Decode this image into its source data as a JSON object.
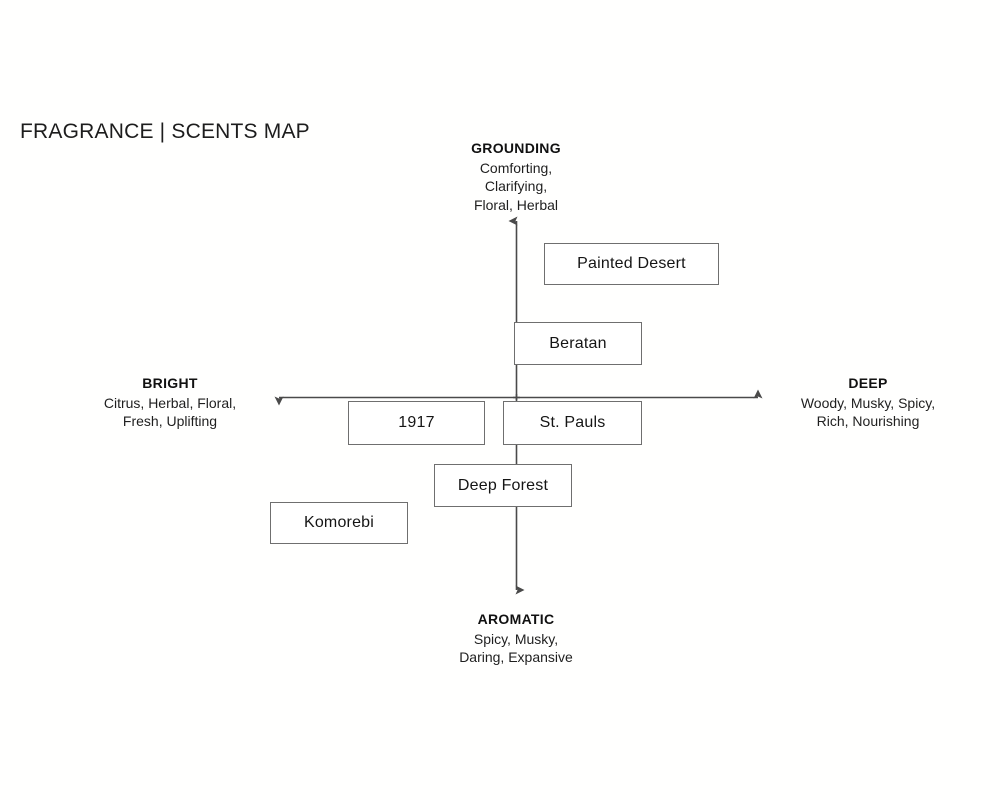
{
  "title": "FRAGRANCE | SCENTS MAP",
  "colors": {
    "background": "#fffffe",
    "text": "#1a1a1a",
    "axis": "#4a4a4a",
    "box_border": "#6f6f6f",
    "box_fill": "#ffffff"
  },
  "axes": {
    "vertical": {
      "top_pole": {
        "name": "GROUNDING",
        "descriptors": "Comforting,\nClarifying,\nFloral, Herbal"
      },
      "bottom_pole": {
        "name": "AROMATIC",
        "descriptors": "Spicy, Musky,\nDaring, Expansive"
      }
    },
    "horizontal": {
      "left_pole": {
        "name": "BRIGHT",
        "descriptors": "Citrus, Herbal, Floral,\nFresh, Uplifting"
      },
      "right_pole": {
        "name": "DEEP",
        "descriptors": "Woody, Musky, Spicy,\nRich, Nourishing"
      }
    }
  },
  "products": [
    {
      "id": "painted-desert",
      "label": "Painted Desert"
    },
    {
      "id": "beratan",
      "label": "Beratan"
    },
    {
      "id": "1917",
      "label": "1917"
    },
    {
      "id": "st-pauls",
      "label": "St. Pauls"
    },
    {
      "id": "deep-forest",
      "label": "Deep Forest"
    },
    {
      "id": "komorebi",
      "label": "Komorebi"
    }
  ],
  "chart_data": {
    "type": "scatter",
    "title": "FRAGRANCE | SCENTS MAP",
    "xlabel": "BRIGHT ↔ DEEP",
    "ylabel": "AROMATIC ↔ GROUNDING",
    "xlim": [
      -1,
      1
    ],
    "ylim": [
      -1,
      1
    ],
    "grid": false,
    "legend": "none",
    "axis_poles": {
      "top": "GROUNDING",
      "bottom": "AROMATIC",
      "left": "BRIGHT",
      "right": "DEEP"
    },
    "points": [
      {
        "label": "Painted Desert",
        "x": 0.31,
        "y": 0.73
      },
      {
        "label": "Beratan",
        "x": 0.13,
        "y": 0.3
      },
      {
        "label": "1917",
        "x": -0.52,
        "y": -0.13
      },
      {
        "label": "St. Pauls",
        "x": 0.13,
        "y": -0.13
      },
      {
        "label": "Deep Forest",
        "x": -0.04,
        "y": -0.47
      },
      {
        "label": "Komorebi",
        "x": -0.7,
        "y": -0.68
      }
    ]
  }
}
